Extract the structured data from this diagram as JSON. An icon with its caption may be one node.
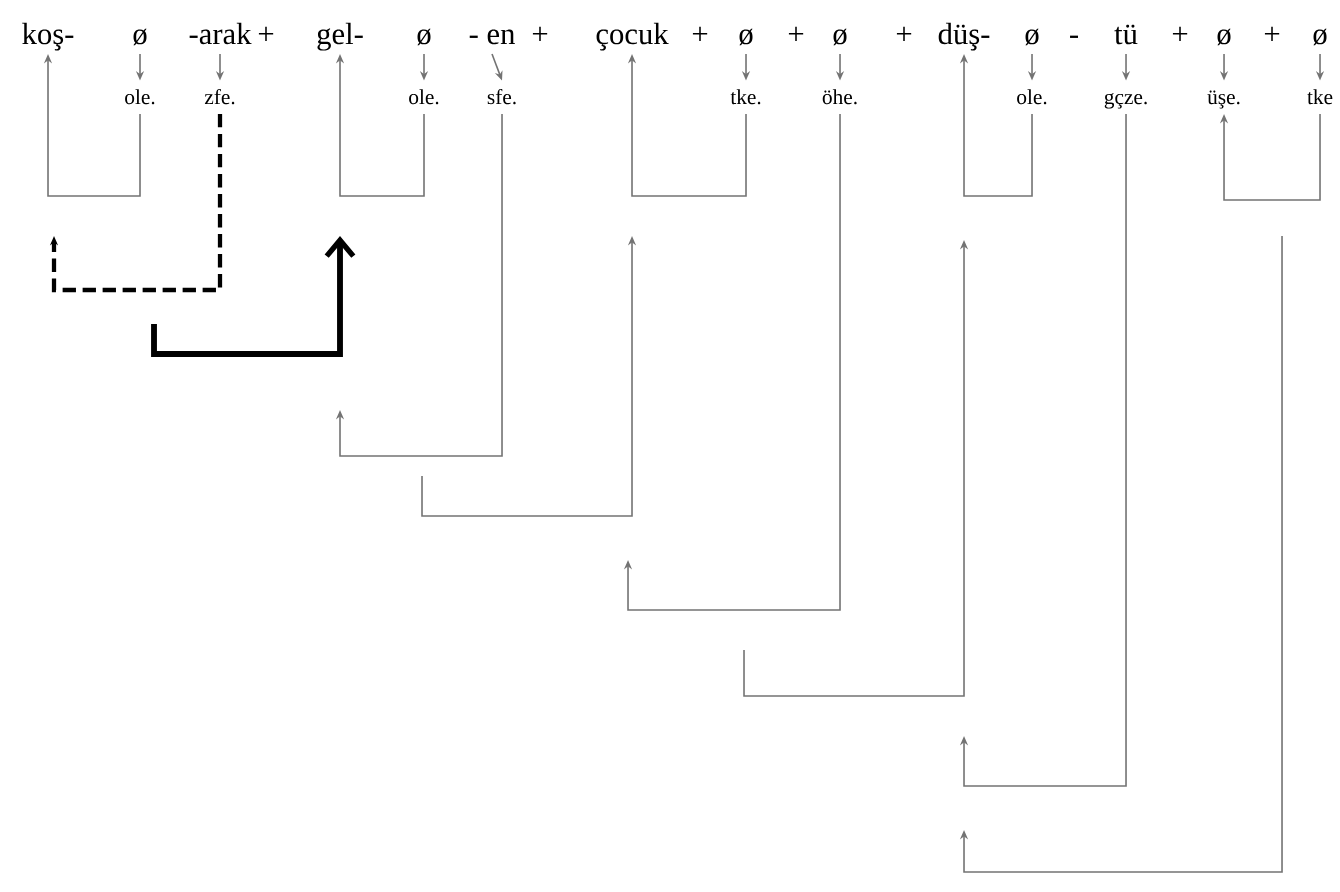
{
  "diagram": {
    "nodes": [
      {
        "text": [
          "koş-"
        ]
      },
      {
        "text": [
          "ø"
        ]
      },
      {
        "text": [
          "-arak"
        ]
      },
      {
        "text": [
          "gel-"
        ]
      },
      {
        "text": [
          "ø"
        ]
      },
      {
        "text": [
          "- en"
        ]
      },
      {
        "text": [
          "çocuk"
        ]
      },
      {
        "text": [
          "ø"
        ]
      },
      {
        "text": [
          "ø"
        ]
      },
      {
        "text": [
          "düş-"
        ]
      },
      {
        "text": [
          "ø"
        ]
      },
      {
        "text": [
          "tü"
        ]
      },
      {
        "text": [
          "ø"
        ]
      },
      {
        "text": [
          "ø"
        ]
      },
      {
        "text": [
          "ole."
        ]
      },
      {
        "text": [
          "zfe."
        ]
      },
      {
        "text": [
          "ole."
        ]
      },
      {
        "text": [
          "sfe."
        ]
      },
      {
        "text": [
          "tke."
        ]
      },
      {
        "text": [
          "öhe."
        ]
      },
      {
        "text": [
          "ole."
        ]
      },
      {
        "text": [
          "gçze."
        ]
      },
      {
        "text": [
          "üşe."
        ]
      },
      {
        "text": [
          "tke"
        ]
      }
    ],
    "edges": [
      {
        "from": 1,
        "to": 14,
        "arrow": "to"
      },
      {
        "from": 2,
        "to": 15,
        "arrow": "to"
      },
      {
        "from": 4,
        "to": 16,
        "arrow": "to"
      },
      {
        "from": 5,
        "to": 17,
        "arrow": "to"
      },
      {
        "from": 7,
        "to": 18,
        "arrow": "to"
      },
      {
        "from": 8,
        "to": 19,
        "arrow": "to"
      },
      {
        "from": 10,
        "to": 20,
        "arrow": "to"
      },
      {
        "from": 11,
        "to": 21,
        "arrow": "to"
      },
      {
        "from": 12,
        "to": 22,
        "arrow": "to"
      },
      {
        "from": 13,
        "to": 23,
        "arrow": "to"
      },
      {
        "from": 14,
        "to": 0,
        "arrow": "to"
      },
      {
        "from": 15,
        "to": null,
        "arrow": "to",
        "style": "dashed",
        "color": "#000000"
      },
      {
        "from": 16,
        "to": 3,
        "arrow": "to"
      },
      {
        "from": 17,
        "to": null,
        "arrow": "to"
      },
      {
        "from": 18,
        "to": 6,
        "arrow": "to"
      },
      {
        "from": 19,
        "to": null,
        "arrow": "to"
      },
      {
        "from": 20,
        "to": 9,
        "arrow": "to"
      },
      {
        "from": 21,
        "to": null,
        "arrow": "to"
      },
      {
        "from": 23,
        "to": 22,
        "arrow": "to"
      }
    ],
    "labels": [
      "+",
      "+",
      "+",
      "+",
      "+",
      "-",
      "+",
      "+"
    ]
  }
}
